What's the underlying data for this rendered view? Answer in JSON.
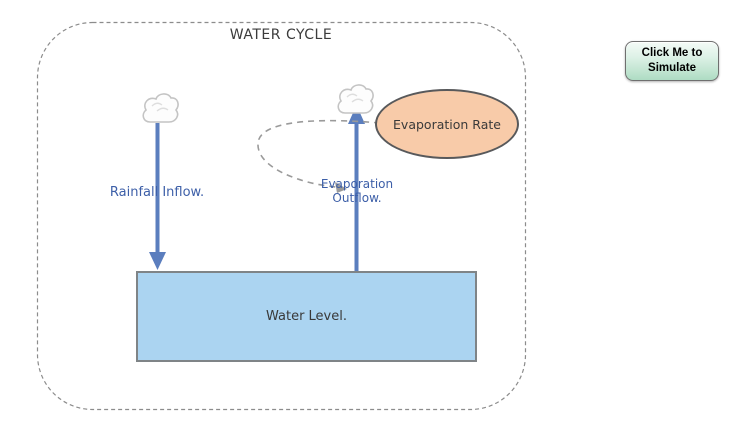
{
  "diagram": {
    "title": "WATER CYCLE",
    "stock": {
      "label": "Water Level."
    },
    "flows": [
      {
        "label": "Rainfall Inflow."
      },
      {
        "label": "Evaporation\nOutflow."
      }
    ],
    "variable": {
      "label": "Evaporation Rate"
    },
    "icons": [
      "cloud-icon",
      "cloud-icon"
    ],
    "colors": {
      "flow_arrow_blue": "#5b7ebe",
      "flow_label_blue": "#3d5fa8",
      "stock_fill": "#abd4f1",
      "stock_border": "#7f8487",
      "variable_fill": "#f8cba9",
      "variable_border": "#58595b",
      "frame_dash_gray": "#8c8c8c",
      "connector_gray": "#9a9a9a",
      "cloud_outline": "#c4c4c4"
    }
  },
  "simulate_button": {
    "label": "Click Me to\nSimulate",
    "fill_top": "#f4fbf7",
    "fill_bottom": "#aedcc3",
    "border": "#6f6f6f"
  }
}
